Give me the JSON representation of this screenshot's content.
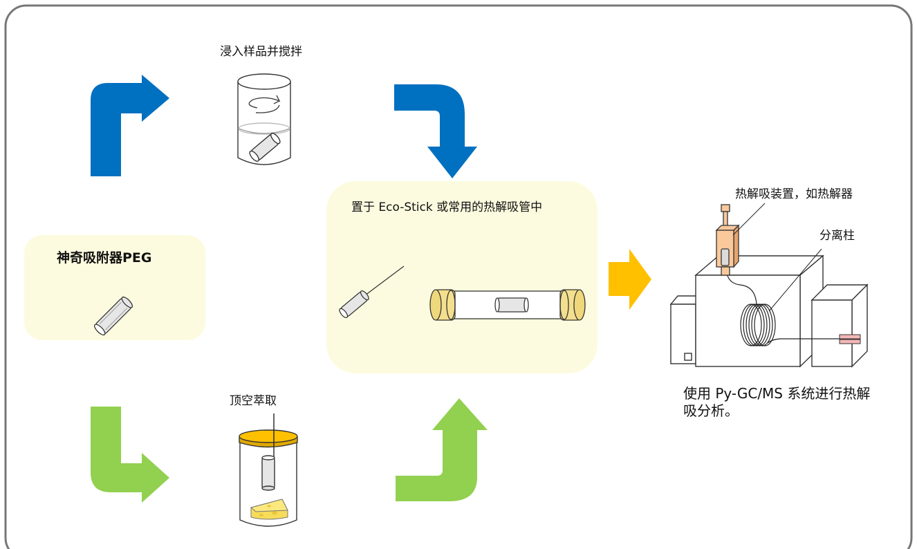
{
  "labels": {
    "immerse": "浸入样品并搅拌",
    "adsorbent": "神奇吸附器PEG",
    "headspace": "顶空萃取",
    "place_in_tube": "置于 Eco-Stick 或常用的热解吸管中",
    "thermal_device": "热解吸装置，如热解器",
    "column": "分离柱",
    "analysis": "使用 Py-GC/MS 系统进行热解吸分析。"
  },
  "colors": {
    "frame": "#777777",
    "panel": "#fdfbdf",
    "blue_arrow": "#0070c0",
    "green_arrow": "#92d050",
    "orange_arrow": "#ffc000",
    "cap": "#ffc000",
    "cheese": "#f7dc5a",
    "thermal_device": "#f9c89b",
    "tube_end": "#f3df8e"
  },
  "icons": [
    "frame",
    "light-yellow-panel",
    "blue-arrow",
    "green-arrow",
    "orange-arrow",
    "beaker-with-stirring",
    "jar-with-cap",
    "cheese",
    "adsorbent-tube",
    "thermal-desorption-tube",
    "pyrolyzer",
    "gc-ms-instrument",
    "column-coil"
  ]
}
